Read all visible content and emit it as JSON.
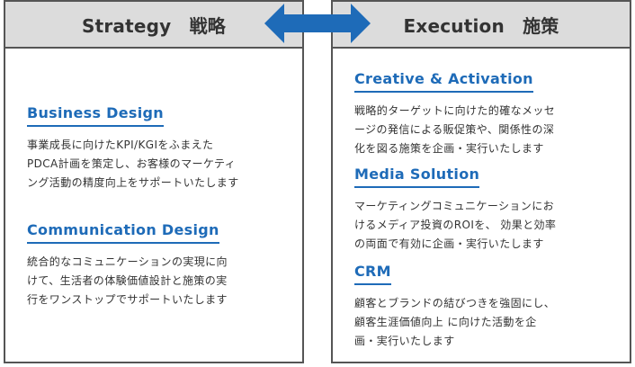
{
  "colors": {
    "accent": "#1e6bb8",
    "header_bg": "#dcdcdc",
    "border": "#555555",
    "text": "#333333"
  },
  "left_panel": {
    "title": "Strategy　戦略",
    "sections": [
      {
        "title": "Business Design",
        "description": "事業成長に向けたKPI/KGIをふまえた\nPDCA計画を策定し、お客様のマーケティ\nング活動の精度向上をサポートいたします"
      },
      {
        "title": "Communication Design",
        "description": "統合的なコミュニケーションの実現に向\nけて、生活者の体験価値設計と施策の実\n行をワンストップでサポートいたします"
      }
    ]
  },
  "right_panel": {
    "title": "Execution　施策",
    "sections": [
      {
        "title": "Creative & Activation",
        "description": "戦略的ターゲットに向けた的確なメッセ\nージの発信による販促策や、関係性の深\n化を図る施策を企画・実行いたします"
      },
      {
        "title": "Media Solution",
        "description": "マーケティングコミュニケーションにお\nけるメディア投資のROIを、 効果と効率\nの両面で有効に企画・実行いたします"
      },
      {
        "title": "CRM",
        "description": "顧客とブランドの結びつきを強固にし、\n顧客生涯価値向上 に向けた活動を企\n画・実行いたします"
      }
    ]
  },
  "connector": {
    "icon": "double-arrow-icon"
  }
}
